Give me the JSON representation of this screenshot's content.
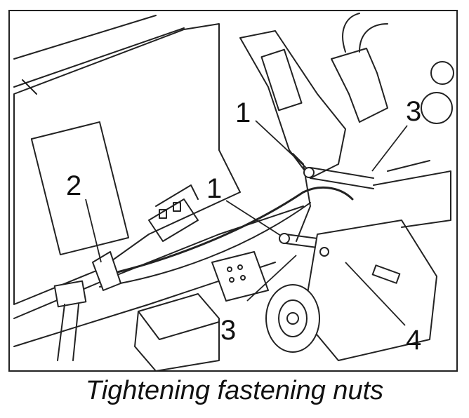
{
  "caption": "Tightening fastening nuts",
  "callouts": {
    "c1a": "1",
    "c1b": "1",
    "c2": "2",
    "c3a": "3",
    "c3b": "3",
    "c4": "4"
  }
}
